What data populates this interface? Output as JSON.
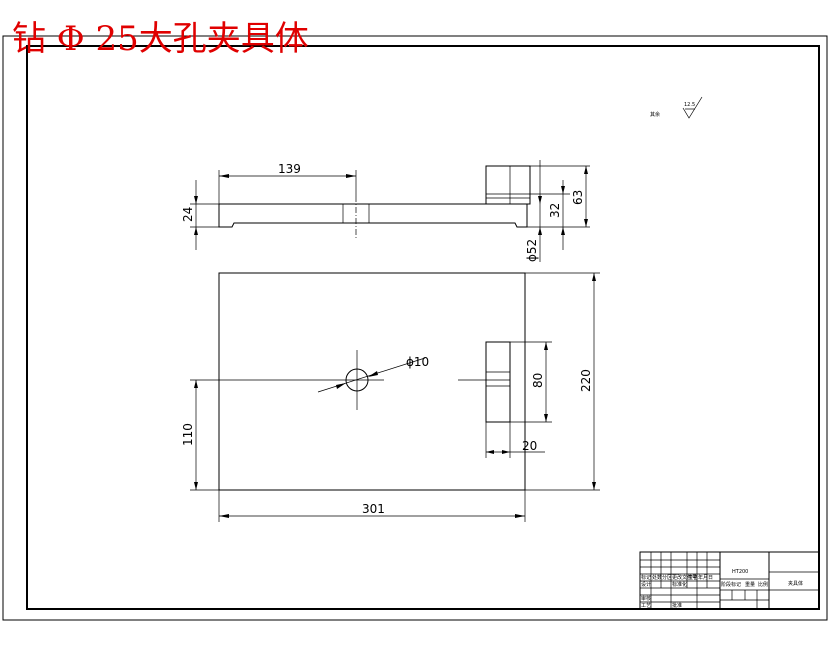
{
  "title": "钻 Φ 25大孔夹具体",
  "colors": {
    "title": "#e00000",
    "lines": "#000000",
    "background": "#ffffff"
  },
  "roughness": {
    "label": "其余",
    "value": "12.5"
  },
  "dimensions": {
    "top_length": "139",
    "thickness": "24",
    "boss_height": "32",
    "total_height": "63",
    "bore_dia": "ϕ52",
    "plate_width": "301",
    "plate_height": "220",
    "hole_offset": "110",
    "hole_dia": "ϕ10",
    "slot_height": "80",
    "slot_width": "20"
  },
  "title_block": {
    "material": "HT200",
    "name_box": "夹具体",
    "row_labels": [
      "标记",
      "处数",
      "分区",
      "更改文件号",
      "签名",
      "年月日"
    ],
    "lower_labels": [
      "设计",
      "标准化",
      "审核",
      "工艺",
      "批准"
    ],
    "stage_label": "阶段标记",
    "weight_label": "重量",
    "scale_label": "比例"
  }
}
